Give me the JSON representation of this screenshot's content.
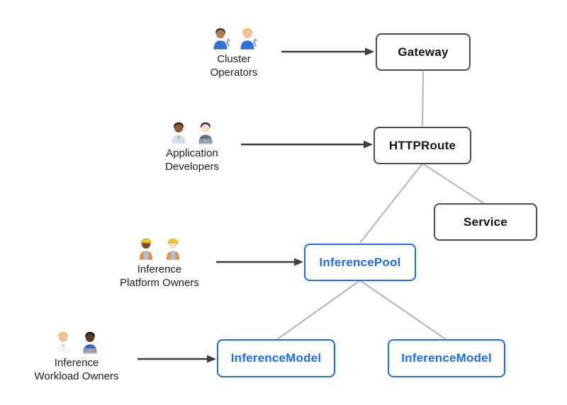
{
  "diagram": {
    "background": "#ffffff",
    "colors": {
      "standard_border": "#4d4d4d",
      "standard_text": "#141414",
      "highlight": "#1b6ef3",
      "connector": "#b5b5b5",
      "arrow": "#3f3f3f",
      "persona_text": "#1d1d1f"
    },
    "nodes": [
      {
        "id": "gateway",
        "label": "Gateway",
        "style": "standard"
      },
      {
        "id": "httproute",
        "label": "HTTPRoute",
        "style": "standard"
      },
      {
        "id": "service",
        "label": "Service",
        "style": "standard"
      },
      {
        "id": "inferencepool",
        "label": "InferencePool",
        "style": "highlight"
      },
      {
        "id": "inferencemodel1",
        "label": "InferenceModel",
        "style": "highlight"
      },
      {
        "id": "inferencemodel2",
        "label": "InferenceModel",
        "style": "highlight"
      }
    ],
    "edges": [
      {
        "from": "gateway",
        "to": "httproute"
      },
      {
        "from": "httproute",
        "to": "service"
      },
      {
        "from": "httproute",
        "to": "inferencepool"
      },
      {
        "from": "inferencepool",
        "to": "inferencemodel1"
      },
      {
        "from": "inferencepool",
        "to": "inferencemodel2"
      }
    ],
    "personas": [
      {
        "id": "cluster-operators",
        "label_lines": [
          "Cluster",
          "Operators"
        ],
        "emoji": [
          "👨🏽‍🔧",
          "👩🏼‍🔧"
        ],
        "icons": [
          "man-mechanic-icon",
          "woman-mechanic-icon"
        ],
        "points_to": "gateway"
      },
      {
        "id": "application-developers",
        "label_lines": [
          "Application",
          "Developers"
        ],
        "emoji": [
          "👨🏾‍💼",
          "👩🏻‍💻"
        ],
        "icons": [
          "man-office-worker-icon",
          "woman-technologist-icon"
        ],
        "points_to": "httproute"
      },
      {
        "id": "inference-platform-owners",
        "label_lines": [
          "Inference",
          "Platform Owners"
        ],
        "emoji": [
          "👷🏾‍♀️",
          "👷🏻"
        ],
        "icons": [
          "woman-construction-worker-icon",
          "man-construction-worker-icon"
        ],
        "points_to": "inferencepool"
      },
      {
        "id": "inference-workload-owners",
        "label_lines": [
          "Inference",
          "Workload Owners"
        ],
        "emoji": [
          "👩🏼‍⚕️",
          "👨🏿‍💻"
        ],
        "icons": [
          "woman-health-worker-icon",
          "man-technologist-icon"
        ],
        "points_to": "inferencemodel1"
      }
    ]
  }
}
